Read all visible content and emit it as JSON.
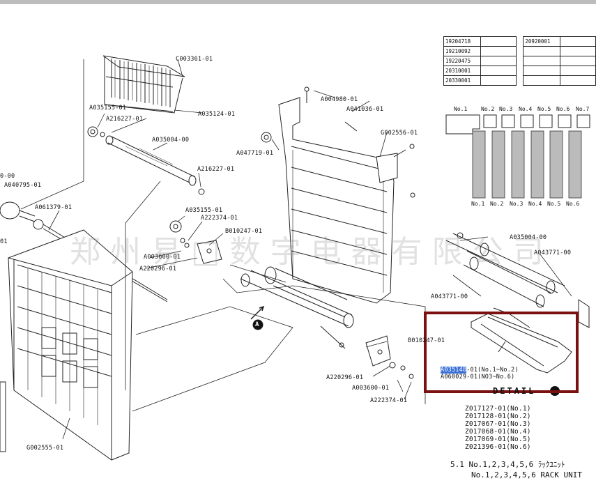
{
  "colors": {
    "highlight_box": "#7a1010",
    "highlight_text_bg": "#3b6fd8",
    "line": "#222222",
    "top_bar": "#bdbdbd"
  },
  "code_table": {
    "left": [
      "19204718",
      "19210092",
      "19220475",
      "20310001",
      "20330001"
    ],
    "right": [
      "20920001",
      "",
      "",
      "",
      ""
    ]
  },
  "number_labels_top": [
    "No.1",
    "No.2",
    "No.3",
    "No.4",
    "No.5",
    "No.6",
    "No.7"
  ],
  "number_labels_bottom": [
    "No.1",
    "No.2",
    "No.3",
    "No.4",
    "No.5",
    "No.6"
  ],
  "parts": {
    "c003361": "C003361-01",
    "a035124": "A035124-01",
    "a035155_top": "A035155-01",
    "a216227_top": "A216227-01",
    "a035004_left": "A035004-00",
    "a216227_mid": "A216227-01",
    "a040795": "A040795-01",
    "a061379": "A061379-01",
    "a035155_mid": "A035155-01",
    "a222374_mid": "A222374-01",
    "b010247_mid": "B010247-01",
    "a003600_mid": "A003600-01",
    "a220296_mid": "A220296-01",
    "a004980": "A004980-01",
    "a041036": "A041036-01",
    "g002556": "G002556-01",
    "a047719": "A047719-01",
    "a035004_right": "A035004-00",
    "a043771_right": "A043771-00",
    "a043771_left": "A043771-00",
    "b010247_low": "B010247-01",
    "a220296_low": "A220296-01",
    "a003600_low": "A003600-01",
    "a222374_low": "A222374-01",
    "g002555": "G002555-01",
    "edge_00": "0-00",
    "edge_01": "01",
    "callout_a": "A"
  },
  "detail_box": {
    "highlighted_code": "A035148",
    "line1_rest": "-01(No.1~No.2)",
    "line2": "A060029-01(NO3~No.6)",
    "title": "DETAIL"
  },
  "z_codes": [
    "Z017127-01(No.1)",
    "Z017128-01(No.2)",
    "Z017067-01(No.3)",
    "Z017068-01(No.4)",
    "Z017069-01(No.5)",
    "Z021396-01(No.6)"
  ],
  "rack_jp": "5.1 No.1,2,3,4,5,6 ﾗｯｸﾕﾆｯﾄ",
  "rack_en": "No.1,2,3,4,5,6 RACK UNIT",
  "watermark": "郑州易□数字电器有限公司"
}
